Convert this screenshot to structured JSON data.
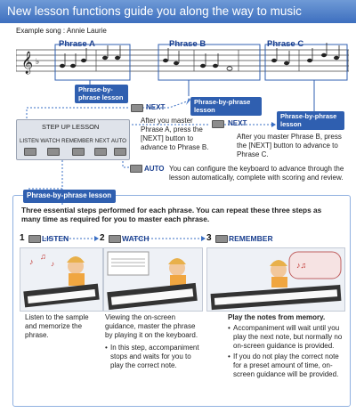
{
  "title": "New lesson functions guide you along the way to music proficiency",
  "example_song": "Example song : Annie Laurie",
  "phrases": [
    "Phrase A",
    "Phrase B",
    "Phrase C"
  ],
  "tags": {
    "phrase_by_phrase_1": "Phrase-by-phrase lesson",
    "phrase_by_phrase_2": "Phrase-by-phrase lesson",
    "phrase_by_phrase_3": "Phrase-by-phrase lesson",
    "phrase_by_phrase_section": "Phrase-by-phrase lesson"
  },
  "next_label_1": "NEXT",
  "next_label_2": "NEXT",
  "auto_label": "AUTO",
  "next_desc_1": "After you master Phrase A, press the [NEXT] button to advance to Phrase B.",
  "next_desc_2": "After you master Phrase B, press the [NEXT] button to advance to Phrase C.",
  "auto_desc": "You can configure the keyboard to advance through the lesson automatically, complete with scoring and review.",
  "panel": {
    "title": "STEP UP LESSON",
    "buttons": [
      "LISTEN",
      "WATCH",
      "REMEMBER",
      "NEXT",
      "AUTO"
    ]
  },
  "intro": "Three essential steps performed for each phrase. You can repeat these three steps as many time as required for you to master each phrase.",
  "steps": [
    {
      "num": "1",
      "label": "LISTEN"
    },
    {
      "num": "2",
      "label": "WATCH"
    },
    {
      "num": "3",
      "label": "REMEMBER"
    }
  ],
  "captions": {
    "listen": "Listen to the sample and memorize the phrase.",
    "watch": "Viewing the on-screen guidance, master the phrase by playing it on the keyboard.",
    "watch_note": "In this step, accompaniment stops and waits for you to play the correct note.",
    "remember_title": "Play the notes from memory.",
    "remember_notes": [
      "Accompaniment will wait until you play the next note, but normally no on-screen guidance is provided.",
      "If you do not play the correct note for a preset amount of time, on-screen guidance will be provided."
    ]
  }
}
